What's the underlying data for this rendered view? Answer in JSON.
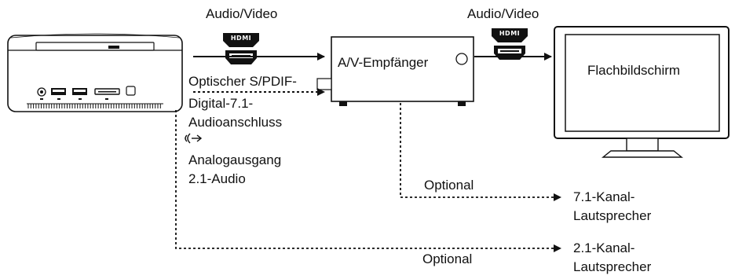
{
  "labels": {
    "av_top_left": "Audio/Video",
    "av_top_right": "Audio/Video",
    "hdmi_logo": "HDMI",
    "receiver": "A/V-Empfänger",
    "display": "Flachbildschirm",
    "optical_line1": "Optischer S/PDIF-",
    "optical_line2": "Digital-7.1-",
    "optical_line3": "Audioanschluss",
    "analog_line1": "Analogausgang",
    "analog_line2": "2.1-Audio",
    "optional_1": "Optional",
    "optional_2": "Optional",
    "speakers71_line1": "7.1-Kanal-",
    "speakers71_line2": "Lautsprecher",
    "speakers21_line1": "2.1-Kanal-",
    "speakers21_line2": "Lautsprecher"
  },
  "icons": [
    "headphone-out-icon",
    "hdmi-connector-icon",
    "usb-icon",
    "sd-card-icon"
  ],
  "colors": {
    "line": "#111111",
    "screen_bg": "#ffffff"
  }
}
